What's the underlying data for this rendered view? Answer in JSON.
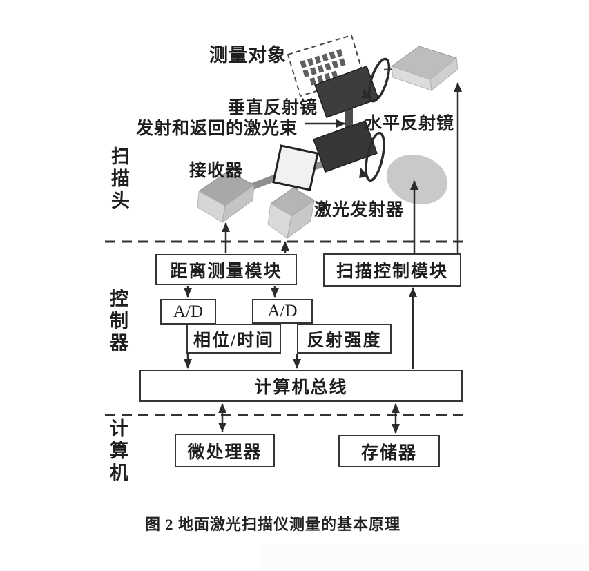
{
  "figure": {
    "caption": "图 2 地面激光扫描仪测量的基本原理"
  },
  "section_labels": {
    "scan_head": "扫描头",
    "controller": "控制器",
    "computer": "计算机"
  },
  "illustration_labels": {
    "target": "测量对象",
    "vertical_mirror": "垂直反射镜",
    "laser_beam": "发射和返回的激光束",
    "horizontal_mirror": "水平反射镜",
    "receiver": "接收器",
    "laser_emitter": "激光发射器"
  },
  "flow_boxes": {
    "distance_module": "距离测量模块",
    "scan_control_module": "扫描控制模块",
    "ad_left": "A/D",
    "ad_right": "A/D",
    "phase_time": "相位/时间",
    "reflection_intensity": "反射强度",
    "computer_bus": "计算机总线",
    "microprocessor": "微处理器",
    "memory": "存储器"
  },
  "icons": {
    "rotation_arrow_top": "rotation-arrow",
    "rotation_arrow_bottom": "rotation-arrow"
  },
  "colors": {
    "ink": "#2b2b2b",
    "dark_mirror": "#3b3b3b",
    "beam_gray": "#8f8f8f",
    "slab_gray": "#c6c6c6"
  }
}
